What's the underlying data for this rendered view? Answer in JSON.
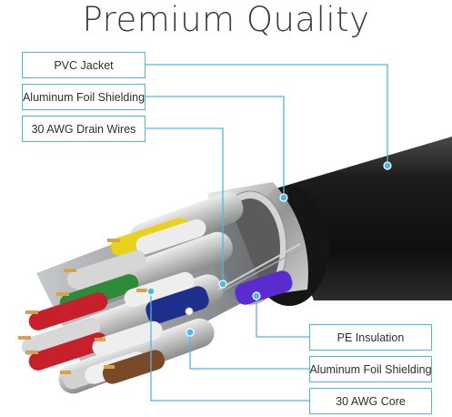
{
  "title": "Premium Quality",
  "labels": {
    "pvc_jacket": "PVC Jacket",
    "foil_top": "Aluminum Foil Shielding",
    "drain_wires": "30 AWG Drain Wires",
    "pe_insulation": "PE Insulation",
    "foil_bottom": "Aluminum Foil Shielding",
    "core": "30 AWG Core"
  },
  "colors": {
    "accent": "#4db8e8",
    "jacket": "#1f1f1f",
    "yellow": "#e8d21a",
    "green": "#2e8b3a",
    "red": "#c8202a",
    "blue": "#1d2f8a",
    "purple": "#5a2ccf",
    "brown": "#7a4a28",
    "copper": "#d9a24a"
  }
}
